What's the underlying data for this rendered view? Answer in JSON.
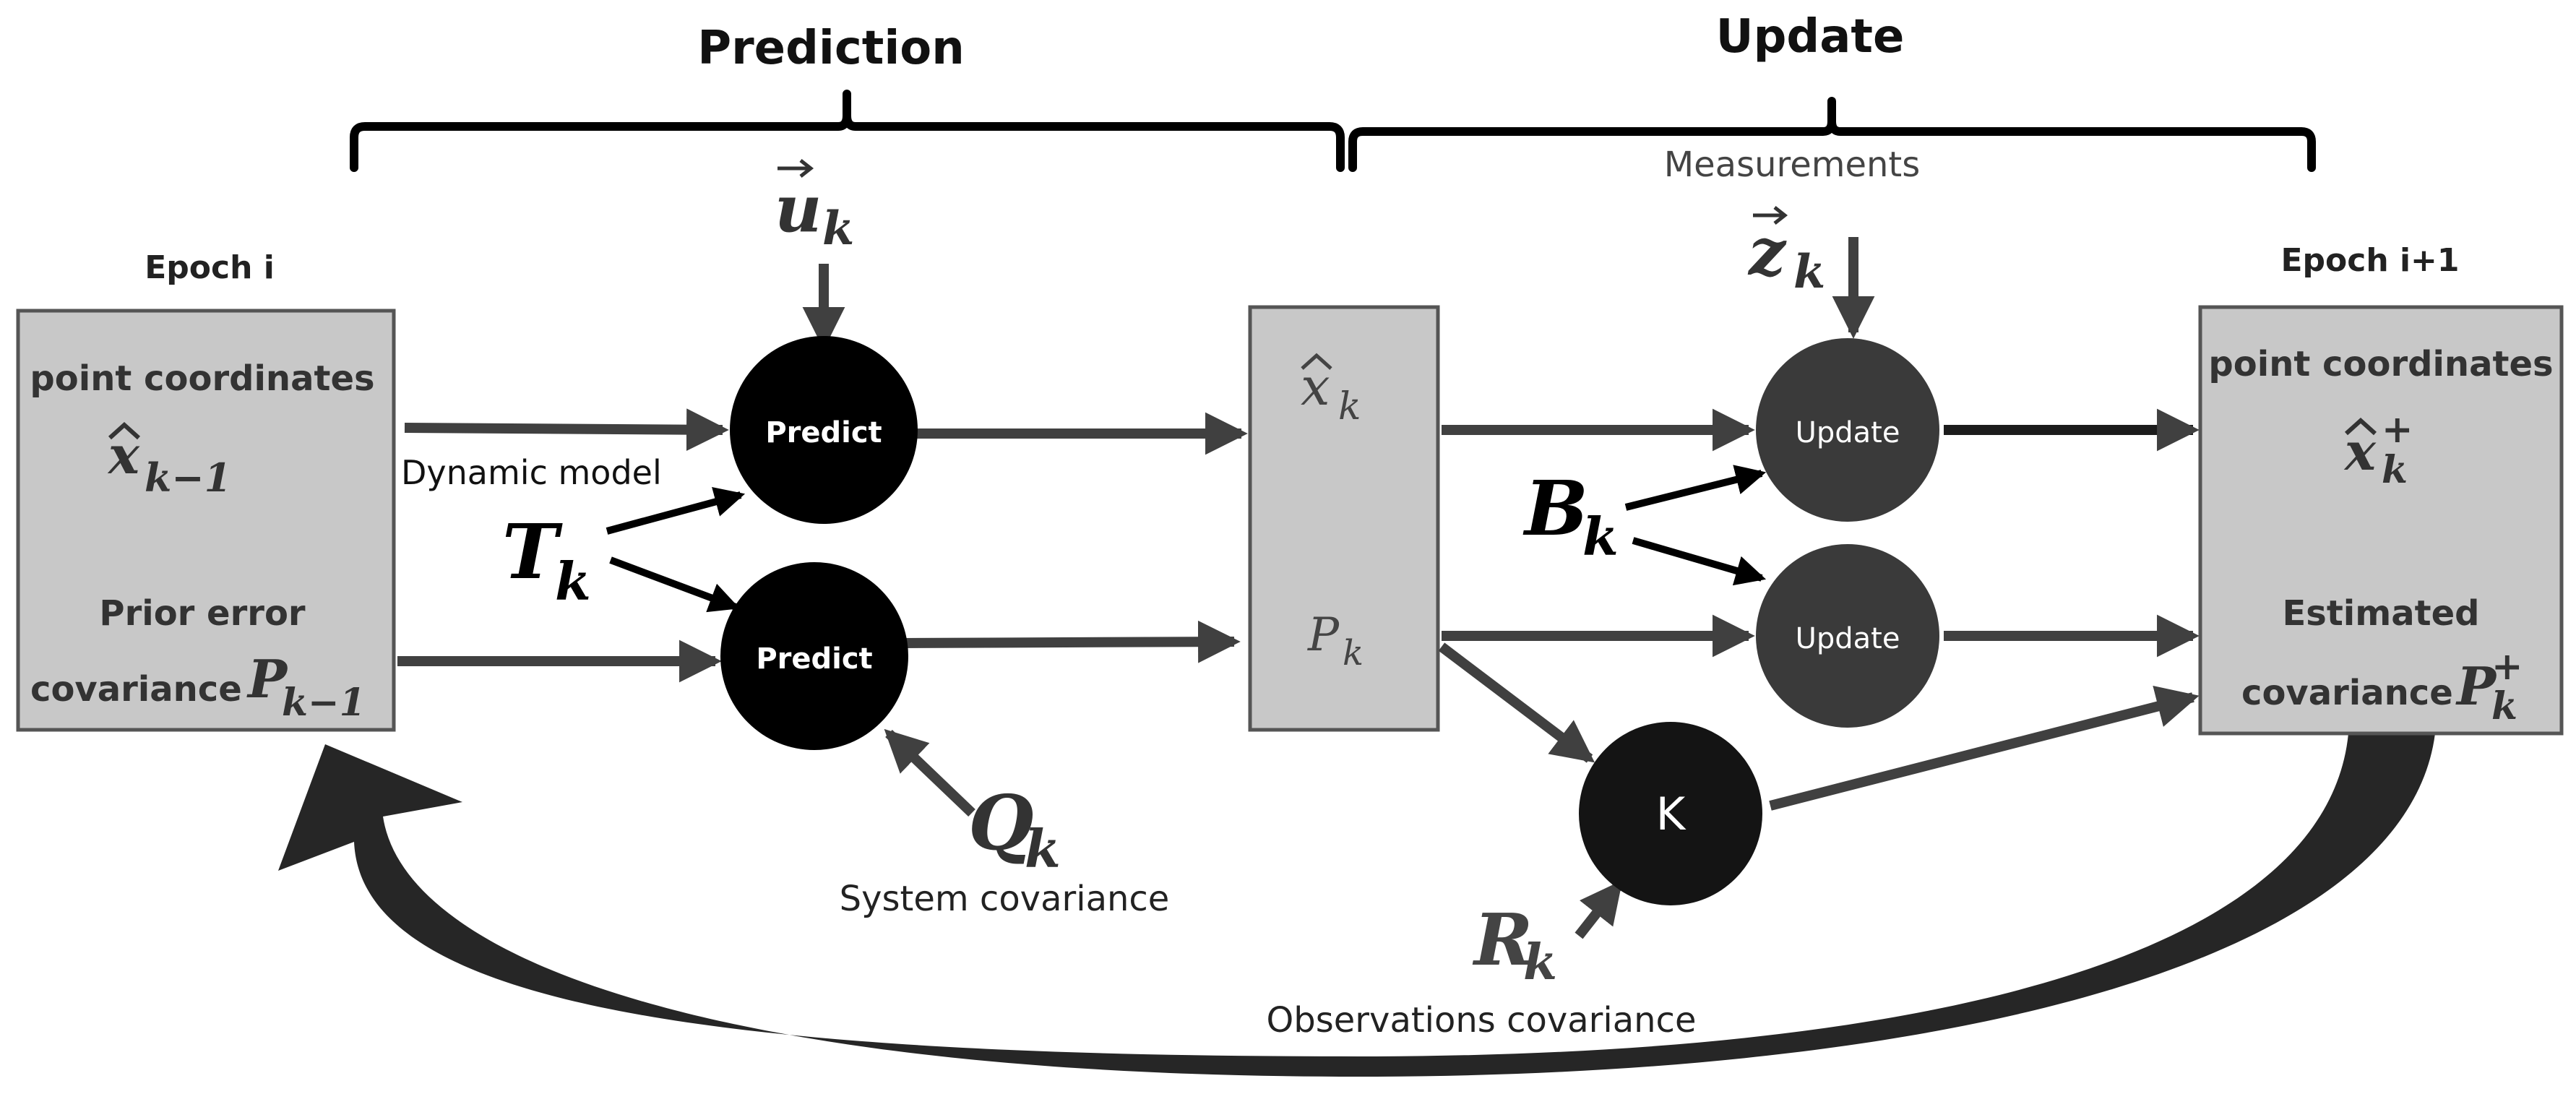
{
  "sections": {
    "prediction": "Prediction",
    "update": "Update"
  },
  "left_box": {
    "header": "Epoch i",
    "line1": "point coordinates",
    "state_symbol": "x",
    "state_sub": "k−1",
    "line3": "Prior error",
    "line4": "covariance",
    "cov_symbol": "P",
    "cov_sub": "k−1"
  },
  "middle_box": {
    "state_symbol": "x",
    "state_sub": "k",
    "cov_symbol": "P",
    "cov_sub": "k"
  },
  "right_box": {
    "header": "Epoch i+1",
    "line1": "point coordinates",
    "state_symbol": "x",
    "state_sub": "k",
    "state_sup": "+",
    "line3": "Estimated",
    "line4": "covariance",
    "cov_symbol": "P",
    "cov_sub": "k",
    "cov_sup": "+"
  },
  "nodes": {
    "predict_top": "Predict",
    "predict_bottom": "Predict",
    "update_top": "Update",
    "update_bottom": "Update",
    "gain": "K"
  },
  "inputs": {
    "u": {
      "symbol": "u",
      "sub": "k"
    },
    "z": {
      "symbol": "z",
      "sub": "k",
      "caption": "Measurements"
    },
    "T": {
      "symbol": "T",
      "sub": "k"
    },
    "Q": {
      "symbol": "Q",
      "sub": "k",
      "caption": "System covariance"
    },
    "B": {
      "symbol": "B",
      "sub": "k"
    },
    "R": {
      "symbol": "R",
      "sub": "k",
      "caption": "Observations covariance"
    }
  },
  "edge_labels": {
    "dynamic_model": "Dynamic model"
  },
  "colors": {
    "box_fill": "#c8c8c8",
    "box_stroke": "#555555",
    "predict_fill": "#000000",
    "update_fill": "#3a3a3a",
    "gain_fill": "#141414",
    "arrow": "#404040",
    "feedback": "#262626"
  }
}
